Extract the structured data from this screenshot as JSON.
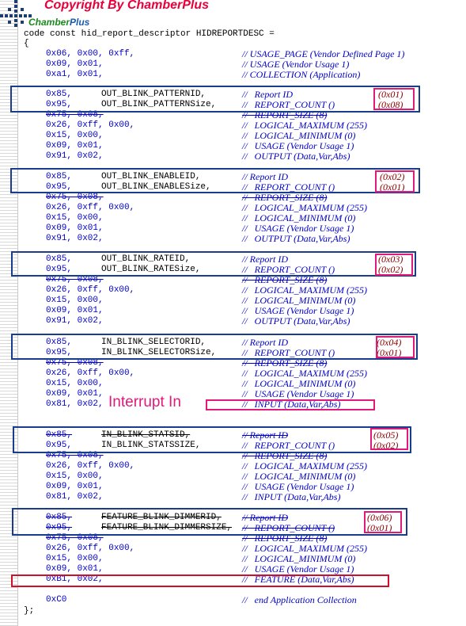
{
  "copyright": "Copyright By ChamberPlus",
  "brand": {
    "part1": "Chamber",
    "part2": "Plus"
  },
  "decl": "code const hid_report_descriptor HIDREPORTDESC =",
  "open_brace": "{",
  "close_brace": "};",
  "annotation_interrupt": "Interrupt In",
  "lines": [
    {
      "code": "0x06, 0x00, 0xff,",
      "comment": "// USAGE_PAGE (Vendor Defined Page 1)"
    },
    {
      "code": "0x09, 0x01,",
      "comment": "// USAGE (Vendor Usage 1)"
    },
    {
      "code": "0xa1, 0x01,",
      "comment": "// COLLECTION (Application)"
    },
    {
      "code": "0x85,",
      "name": "OUT_BLINK_PATTERNID,",
      "comment": "//   Report ID",
      "value": "(0x01)"
    },
    {
      "code": "0x95,",
      "name": "OUT_BLINK_PATTERNSize,",
      "comment": "//   REPORT_COUNT ()",
      "value": "(0x08)"
    },
    {
      "code": "0x75, 0x08,",
      "comment": "//   REPORT_SIZE (8)"
    },
    {
      "code": "0x26, 0xff, 0x00,",
      "comment": "//   LOGICAL_MAXIMUM (255)"
    },
    {
      "code": "0x15, 0x00,",
      "comment": "//   LOGICAL_MINIMUM (0)"
    },
    {
      "code": "0x09, 0x01,",
      "comment": "//   USAGE (Vendor Usage 1)"
    },
    {
      "code": "0x91, 0x02,",
      "comment": "//   OUTPUT (Data,Var,Abs)"
    },
    {
      "code": "0x85,",
      "name": "OUT_BLINK_ENABLEID,",
      "comment": "// Report ID",
      "value": "(0x02)"
    },
    {
      "code": "0x95,",
      "name": "OUT_BLINK_ENABLESize,",
      "comment": "//   REPORT_COUNT ()",
      "value": "(0x01)"
    },
    {
      "code": "0x75, 0x08,",
      "comment": "//   REPORT_SIZE (8)"
    },
    {
      "code": "0x26, 0xff, 0x00,",
      "comment": "//   LOGICAL_MAXIMUM (255)"
    },
    {
      "code": "0x15, 0x00,",
      "comment": "//   LOGICAL_MINIMUM (0)"
    },
    {
      "code": "0x09, 0x01,",
      "comment": "//   USAGE (Vendor Usage 1)"
    },
    {
      "code": "0x91, 0x02,",
      "comment": "//   OUTPUT (Data,Var,Abs)"
    },
    {
      "code": "0x85,",
      "name": "OUT_BLINK_RATEID,",
      "comment": "// Report ID",
      "value": "(0x03)"
    },
    {
      "code": "0x95,",
      "name": "OUT_BLINK_RATESize,",
      "comment": "//   REPORT_COUNT ()",
      "value": "(0x02)"
    },
    {
      "code": "0x75, 0x08,",
      "comment": "//   REPORT_SIZE (8)"
    },
    {
      "code": "0x26, 0xff, 0x00,",
      "comment": "//   LOGICAL_MAXIMUM (255)"
    },
    {
      "code": "0x15, 0x00,",
      "comment": "//   LOGICAL_MINIMUM (0)"
    },
    {
      "code": "0x09, 0x01,",
      "comment": "//   USAGE (Vendor Usage 1)"
    },
    {
      "code": "0x91, 0x02,",
      "comment": "//   OUTPUT (Data,Var,Abs)"
    },
    {
      "code": "0x85,",
      "name": "IN_BLINK_SELECTORID,",
      "comment": "// Report ID",
      "value": "(0x04)"
    },
    {
      "code": "0x95,",
      "name": "IN_BLINK_SELECTORSize,",
      "comment": "//   REPORT_COUNT ()",
      "value": "(0x01)"
    },
    {
      "code": "0x75, 0x08,",
      "comment": "//   REPORT_SIZE (8)"
    },
    {
      "code": "0x26, 0xff, 0x00,",
      "comment": "//   LOGICAL_MAXIMUM (255)"
    },
    {
      "code": "0x15, 0x00,",
      "comment": "//   LOGICAL_MINIMUM (0)"
    },
    {
      "code": "0x09, 0x01,",
      "comment": "//   USAGE (Vendor Usage 1)"
    },
    {
      "code": "0x81, 0x02,",
      "comment": "//   INPUT (Data,Var,Abs)"
    },
    {
      "code": "0x85,",
      "name": "IN_BLINK_STATSID,",
      "comment": "// Report ID",
      "value": "(0x05)"
    },
    {
      "code": "0x95,",
      "name": "IN_BLINK_STATSSIZE,",
      "comment": "//   REPORT_COUNT ()",
      "value": "(0x02)"
    },
    {
      "code": "0x75, 0x08,",
      "comment": "//   REPORT_SIZE (8)"
    },
    {
      "code": "0x26, 0xff, 0x00,",
      "comment": "//   LOGICAL_MAXIMUM (255)"
    },
    {
      "code": "0x15, 0x00,",
      "comment": "//   LOGICAL_MINIMUM (0)"
    },
    {
      "code": "0x09, 0x01,",
      "comment": "//   USAGE (Vendor Usage 1)"
    },
    {
      "code": "0x81, 0x02,",
      "comment": "//   INPUT (Data,Var,Abs)"
    },
    {
      "code": "0x85,",
      "name": "FEATURE_BLINK_DIMMERID,",
      "comment": "// Report ID",
      "value": "(0x06)"
    },
    {
      "code": "0x95,",
      "name": "FEATURE_BLINK_DIMMERSIZE,",
      "comment": "//   REPORT_COUNT ()",
      "value": "(0x01)"
    },
    {
      "code": "0x75, 0x08,",
      "comment": "//   REPORT_SIZE (8)"
    },
    {
      "code": "0x26, 0xff, 0x00,",
      "comment": "//   LOGICAL_MAXIMUM (255)"
    },
    {
      "code": "0x15, 0x00,",
      "comment": "//   LOGICAL_MINIMUM (0)"
    },
    {
      "code": "0x09, 0x01,",
      "comment": "//   USAGE (Vendor Usage 1)"
    },
    {
      "code": "0xB1, 0x02,",
      "comment": "//   FEATURE (Data,Var,Abs)"
    },
    {
      "code": "0xC0",
      "comment": "//   end Application Collection"
    }
  ]
}
